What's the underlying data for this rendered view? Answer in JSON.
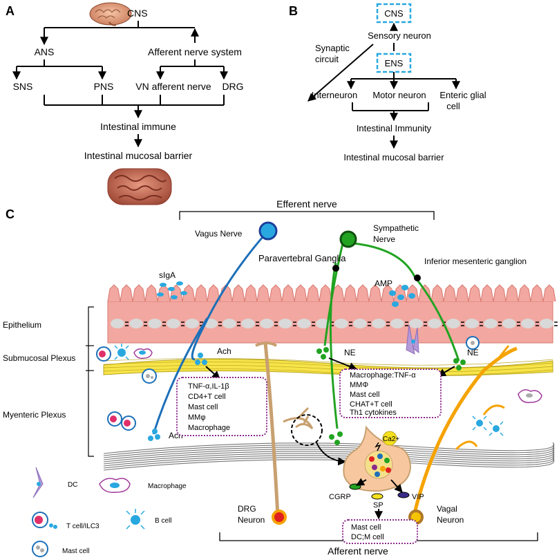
{
  "panel_a": {
    "label": "A",
    "cns": "CNS",
    "ans": "ANS",
    "afferent_system": "Afferent nerve system",
    "sns": "SNS",
    "pns": "PNS",
    "vn_afferent": "VN afferent nerve",
    "drg": "DRG",
    "immune": "Intestinal immune",
    "barrier": "Intestinal mucosal barrier"
  },
  "panel_b": {
    "label": "B",
    "cns": "CNS",
    "sensory": "Sensory neuron",
    "synaptic_1": "Synaptic",
    "synaptic_2": "circuit",
    "ens": "ENS",
    "interneuron": "Interneuron",
    "motor": "Motor neuron",
    "glial_1": "Enteric glial",
    "glial_2": "cell",
    "immunity": "Intestinal Immunity",
    "barrier": "Intestinal mucosal barrier"
  },
  "panel_c": {
    "label": "C",
    "efferent": "Efferent nerve",
    "afferent": "Afferent nerve",
    "vagus": "Vagus  Nerve",
    "sympathetic_1": "Sympathetic",
    "sympathetic_2": "Nerve",
    "paravertebral": "Paravertebral Ganglia",
    "inferior": "Inferior mesenteric ganglion",
    "sIgA": "sIgA",
    "amp": "AMP",
    "epithelium": "Epithelium",
    "submucosal": "Submucosal Plexus",
    "myenteric": "Myenteric Plexus",
    "ach_1": "Ach",
    "ach_2": "Ach",
    "ne_1": "NE",
    "ne_2": "NE",
    "box_left": [
      "TNF-α,IL-1β",
      "CD4+T cell",
      "Mast cell",
      "MMφ",
      "Macrophage"
    ],
    "box_right": [
      "Macrophage:TNF-α",
      "MMΦ",
      "Mast cell",
      "CHAT+T cell",
      "Th1 cytokines"
    ],
    "box_bottom": [
      "Mast cell",
      "DC;M cell"
    ],
    "ca": "Ca2+",
    "cgrp": "CGRP",
    "vip": "VIP",
    "sp": "SP",
    "drg_1": "DRG",
    "drg_2": "Neuron",
    "vagal_1": "Vagal",
    "vagal_2": "Neuron",
    "legend": {
      "dc": "DC",
      "macrophage": "Macrophage",
      "tcell": "T cell/ILC3",
      "bcell": "B cell",
      "mast": "Mast cell"
    }
  },
  "colors": {
    "vagus": "#1c6fb8",
    "sympathetic": "#21a321",
    "drg": "#c8a070",
    "vagal": "#f5a300",
    "epithelium": "#f2a7a0",
    "ens_box": "#29a8e0",
    "dotted_box": "#8a2a8a"
  }
}
